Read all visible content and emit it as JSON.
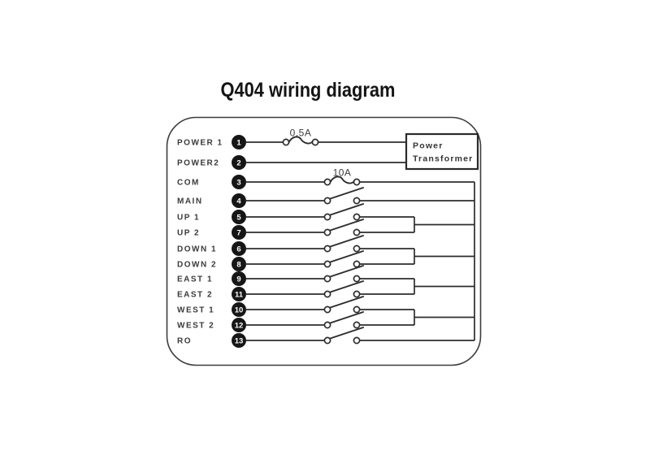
{
  "page": {
    "title": "Q404 wiring diagram"
  },
  "diagram": {
    "transformer": {
      "line1": "Power",
      "line2": "Transformer"
    },
    "fuses": {
      "power": "0.5A",
      "com": "10A"
    },
    "rows": [
      {
        "label": "POWER 1",
        "terminal": "1"
      },
      {
        "label": "POWER2",
        "terminal": "2"
      },
      {
        "label": "COM",
        "terminal": "3"
      },
      {
        "label": "MAIN",
        "terminal": "4"
      },
      {
        "label": "UP 1",
        "terminal": "5"
      },
      {
        "label": "UP 2",
        "terminal": "7"
      },
      {
        "label": "DOWN 1",
        "terminal": "6"
      },
      {
        "label": "DOWN 2",
        "terminal": "8"
      },
      {
        "label": "EAST 1",
        "terminal": "9"
      },
      {
        "label": "EAST 2",
        "terminal": "11"
      },
      {
        "label": "WEST 1",
        "terminal": "10"
      },
      {
        "label": "WEST 2",
        "terminal": "12"
      },
      {
        "label": "RO",
        "terminal": "13"
      }
    ]
  }
}
